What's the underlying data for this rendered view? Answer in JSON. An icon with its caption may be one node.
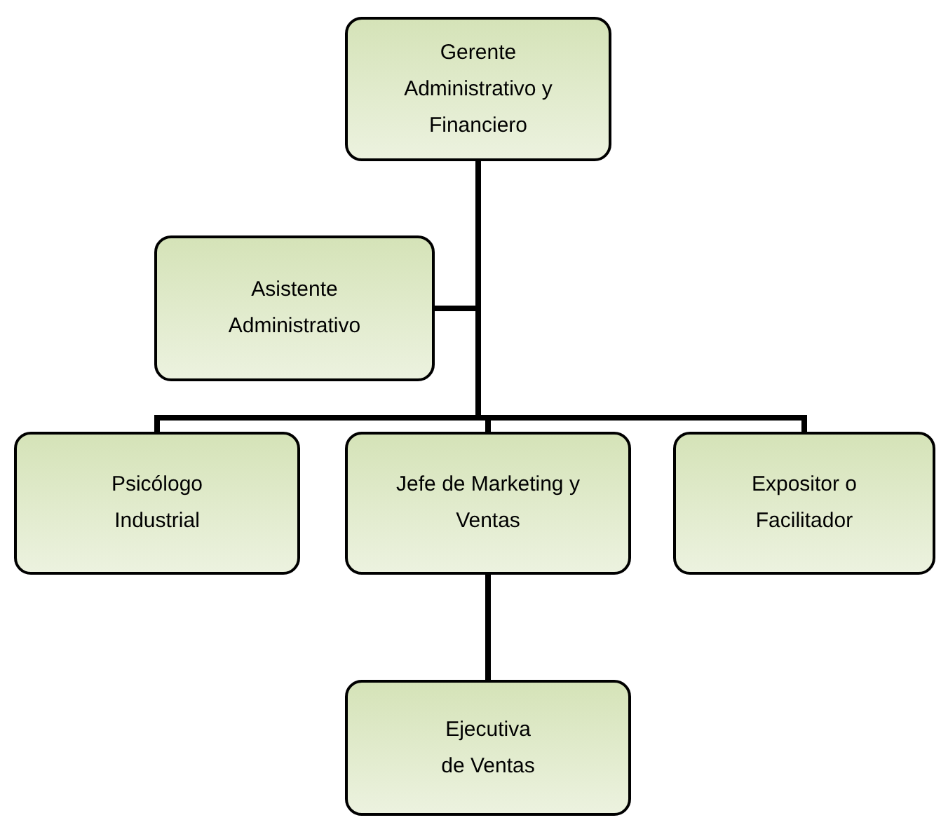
{
  "diagram": {
    "nodes": [
      {
        "text": [
          "Gerente Administrativo y Financiero"
        ]
      },
      {
        "text": [
          "Asistente Administrativo"
        ]
      },
      {
        "text": [
          "Psicólogo Industrial"
        ]
      },
      {
        "text": [
          "Jefe de Marketing y Ventas"
        ]
      },
      {
        "text": [
          "Expositor o Facilitador"
        ]
      },
      {
        "text": [
          "Ejecutiva de Ventas"
        ]
      }
    ],
    "edges": [
      {
        "from": 0,
        "to": 1,
        "arrow": "none"
      },
      {
        "from": 0,
        "to": 2,
        "arrow": "none"
      },
      {
        "from": 0,
        "to": 3,
        "arrow": "none"
      },
      {
        "from": 0,
        "to": 4,
        "arrow": "none"
      },
      {
        "from": 3,
        "to": 5,
        "arrow": "none"
      }
    ]
  }
}
